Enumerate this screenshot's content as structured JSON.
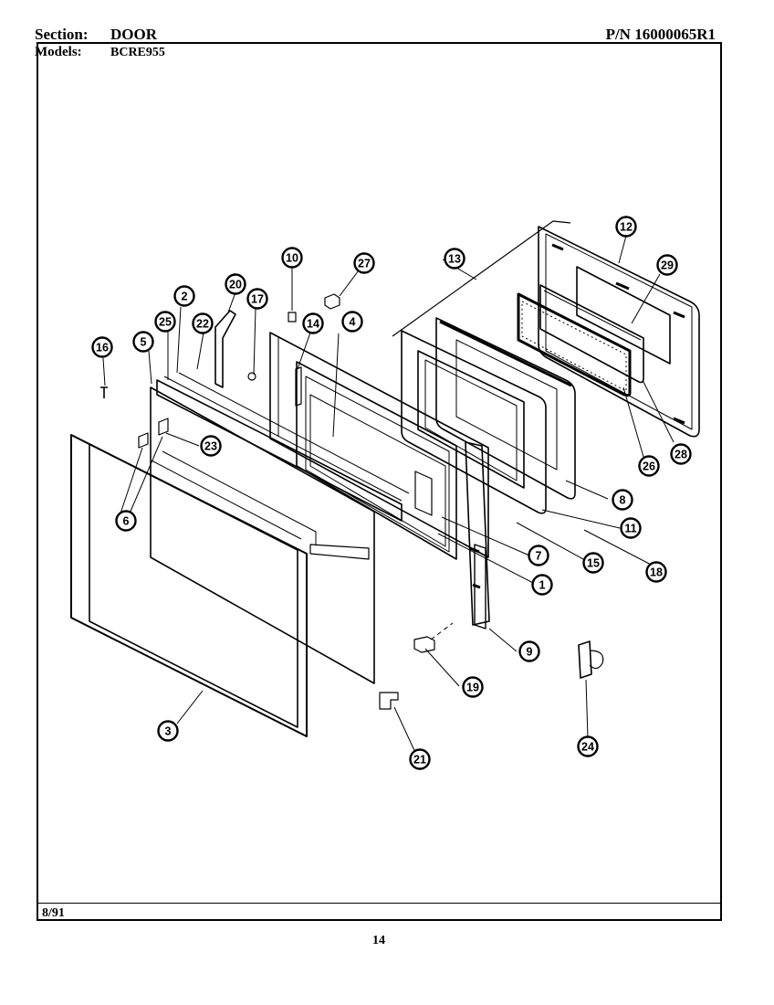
{
  "header": {
    "section_label": "Section:",
    "section_value": "DOOR",
    "models_label": "Models:",
    "models_value": "BCRE955",
    "part_number": "P/N 16000065R1"
  },
  "footer": {
    "date": "8/91",
    "page_number": "14"
  },
  "callouts": [
    "1",
    "2",
    "3",
    "4",
    "5",
    "6",
    "7",
    "8",
    "9",
    "10",
    "11",
    "12",
    "13",
    "14",
    "15",
    "16",
    "17",
    "18",
    "19",
    "20",
    "21",
    "22",
    "23",
    "24",
    "25",
    "26",
    "27",
    "28",
    "29"
  ]
}
